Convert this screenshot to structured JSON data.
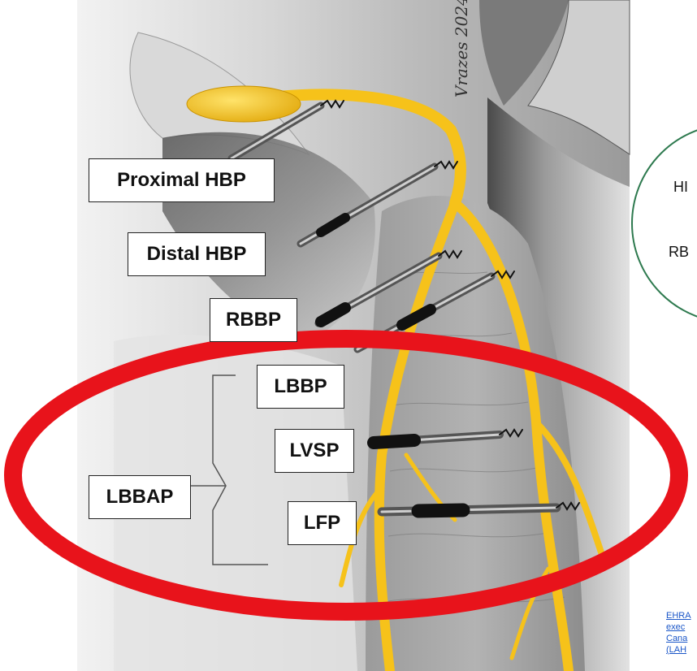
{
  "labels": {
    "proximal_hbp": "Proximal HBP",
    "distal_hbp": "Distal HBP",
    "rbbp": "RBBP",
    "lbbp": "LBBP",
    "lvsp": "LVSP",
    "lfp": "LFP",
    "lbbap": "LBBAP"
  },
  "artist_signature": "Vrazes 2024",
  "side_panel": {
    "partial_text_1": "HI",
    "partial_text_2": "RB"
  },
  "reference": {
    "line1": "EHRA",
    "line2": "exec",
    "line3": "Cana",
    "line4": "(LAH"
  },
  "colors": {
    "conduction_yellow": "#f6c21a",
    "highlight_red": "#e8131b",
    "circle_green": "#2e7a4f",
    "link_blue": "#1a56c8"
  }
}
